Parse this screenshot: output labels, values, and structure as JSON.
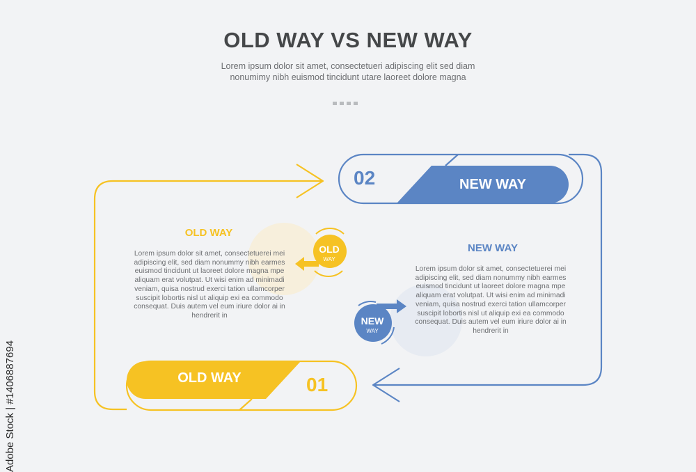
{
  "title": "OLD WAY VS NEW WAY",
  "subtitle": "Lorem ipsum dolor sit amet, consectetueri adipiscing elit sed diam nonumimy nibh euismod tincidunt utare laoreet dolore magna",
  "new_way": {
    "number": "02",
    "banner_label": "NEW WAY",
    "heading": "NEW WAY",
    "body": "Lorem ipsum dolor sit amet, consectetuerei mei adipiscing elit, sed diam nonummy nibh earmes euismod tincidunt ut laoreet dolore magna mpe aliquam erat volutpat. Ut wisi enim ad minimadi veniam, quisa nostrud exerci tation ullamcorper suscipit lobortis nisl ut aliquip exi ea commodo consequat. Duis autem vel eum iriure dolor ai in hendrerit in",
    "badge_main": "NEW",
    "badge_sub": "WAY",
    "color": "#5b85c4"
  },
  "old_way": {
    "number": "01",
    "banner_label": "OLD WAY",
    "heading": "OLD WAY",
    "body": "Lorem ipsum dolor sit amet, consectetuerei mei adipiscing elit, sed diam nonummy nibh earmes euismod tincidunt ut laoreet dolore magna mpe aliquam erat volutpat. Ut wisi enim ad minimadi veniam, quisa nostrud exerci tation ullamcorper suscipit lobortis nisl ut aliquip exi ea commodo consequat. Duis autem vel eum iriure dolor ai in hendrerit in",
    "badge_main": "OLD",
    "badge_sub": "WAY",
    "color": "#f6c223"
  },
  "watermark": "Adobe Stock | #1406887694",
  "background": "#f2f3f5"
}
